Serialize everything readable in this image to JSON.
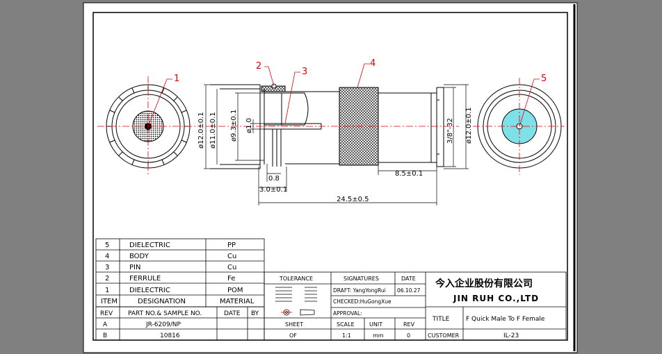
{
  "balloons": {
    "b1": "1",
    "b2": "2",
    "b3": "3",
    "b4": "4",
    "b5": "5"
  },
  "dimensions": {
    "d1": "ø12.0±0.1",
    "d2": "ø11.0±0.1",
    "d3": "ø9.3±0.1",
    "d4": "ø1.0",
    "d5": "3/8\"-32",
    "d6": "ø12.0±0.1",
    "d7": "0.8",
    "d8": "3.0±0.1",
    "d9": "8.5±0.1",
    "d10": "24.5±0.5"
  },
  "bom": {
    "rows": [
      {
        "item": "5",
        "designation": "DIELECTRIC",
        "material": "PP"
      },
      {
        "item": "4",
        "designation": "BODY",
        "material": "Cu"
      },
      {
        "item": "3",
        "designation": "PIN",
        "material": "Cu"
      },
      {
        "item": "2",
        "designation": "FERRULE",
        "material": "Fe"
      },
      {
        "item": "1",
        "designation": "DIELECTRIC",
        "material": "POM"
      }
    ],
    "header": {
      "item": "ITEM",
      "designation": "DESIGNATION",
      "material": "MATERIAL"
    }
  },
  "revtable": {
    "header": {
      "rev": "REV",
      "part": "PART NO.& SAMPLE NO.",
      "date": "DATE",
      "by": "BY"
    },
    "rows": [
      {
        "rev": "A",
        "part": "JR-6209/NP"
      },
      {
        "rev": "B",
        "part": "10816"
      }
    ]
  },
  "title_block": {
    "tolerance": "TOLERANCE",
    "signatures": "SIGNATURES",
    "date_label": "DATE",
    "draft": "DRAFT: YangYongRui",
    "draft_date": "06.10.27",
    "checked": "CHECKED:HuGongXue",
    "approval": "APPROVAL:",
    "sheet_label": "SHEET",
    "sheet_value": "OF",
    "scale_label": "SCALE",
    "scale_value": "1:1",
    "unit_label": "UNIT",
    "unit_value": "mm",
    "rev_label": "REV",
    "rev_value": "0",
    "company_cn": "今入企业股份有限公司",
    "company_en": "JIN RUH CO.,LTD",
    "title_label": "TITLE",
    "title_value": "F Quick Male To F Female",
    "customer_label": "CUSTOMER",
    "customer_value": "IL-23"
  },
  "colors": {
    "background": "#808080",
    "paper": "#ffffff",
    "line": "#000000",
    "leader": "#e00000",
    "dielectric_fill": "#7fe0e8"
  }
}
